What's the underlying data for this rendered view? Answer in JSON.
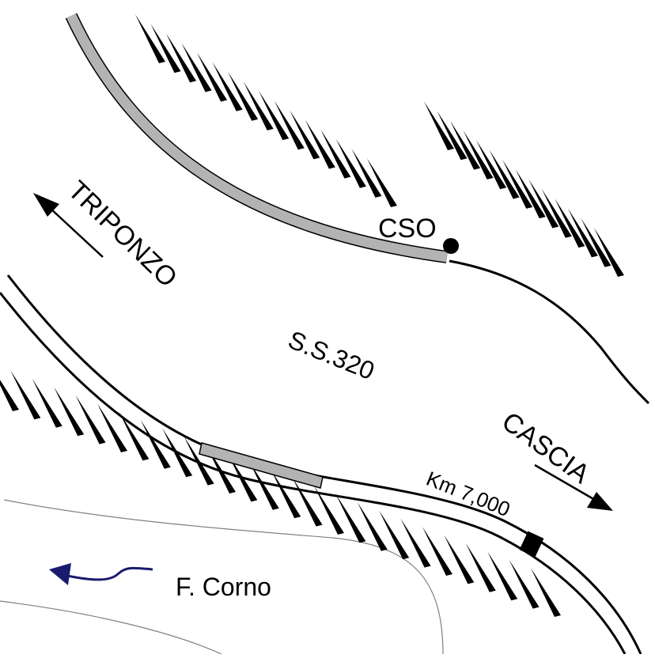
{
  "labels": {
    "station": "CSO",
    "road": "S.S.320",
    "direction_west": "TRIPONZO",
    "direction_east": "CASCIA",
    "kilometer": "Km 7,000",
    "river": "F. Corno"
  },
  "icons": {
    "station_marker": "filled-circle",
    "arrow_west": "arrow-up-left",
    "arrow_east": "arrow-down-right",
    "river_flow": "wavy-arrow-left",
    "km_marker": "black-square"
  },
  "colors": {
    "ink": "#000000",
    "protection_barrier": "#b3b3b3",
    "river_arrow": "#1a1a6e",
    "river_bank": "#808080"
  }
}
